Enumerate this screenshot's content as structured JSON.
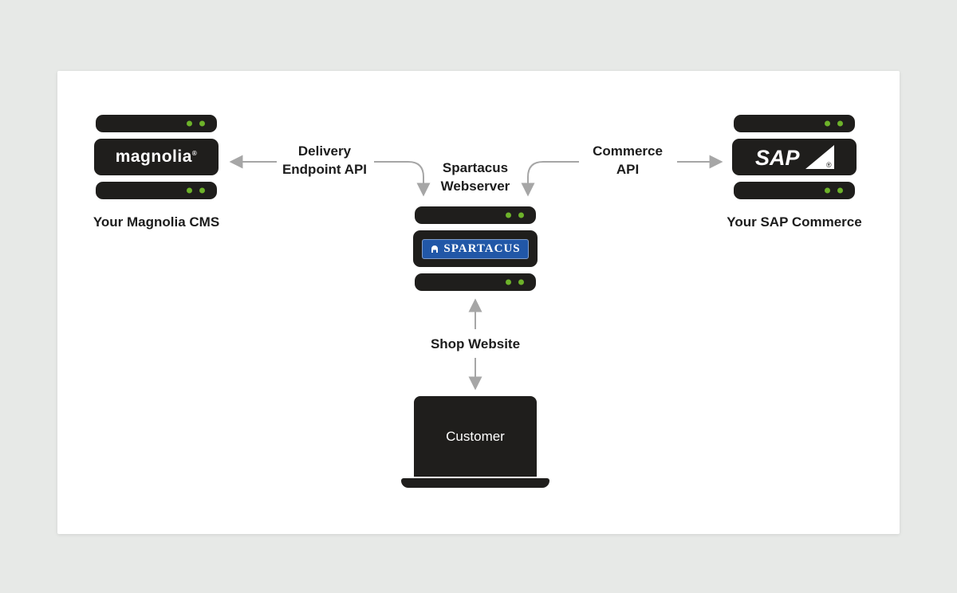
{
  "colors": {
    "page_bg": "#e7e9e7",
    "card_bg": "#ffffff",
    "server": "#1f1e1c",
    "led_green": "#6db32a",
    "arrow_gray": "#a6a6a6",
    "spartacus_blue": "#2157a7",
    "text": "#1c1c1c"
  },
  "diagram": {
    "magnolia": {
      "logo_text": "magnolia",
      "logo_reg": "®",
      "caption": "Your Magnolia CMS"
    },
    "sap": {
      "logo_text": "SAP",
      "logo_reg": "®",
      "caption": "Your SAP Commerce"
    },
    "spartacus": {
      "label_line1": "Spartacus",
      "label_line2": "Webserver",
      "logo_text": "SPARTACUS"
    },
    "customer": {
      "label": "Customer"
    },
    "connectors": {
      "delivery": {
        "line1": "Delivery",
        "line2": "Endpoint API"
      },
      "commerce": {
        "line1": "Commerce",
        "line2": "API"
      },
      "shop": {
        "label": "Shop Website"
      }
    }
  }
}
